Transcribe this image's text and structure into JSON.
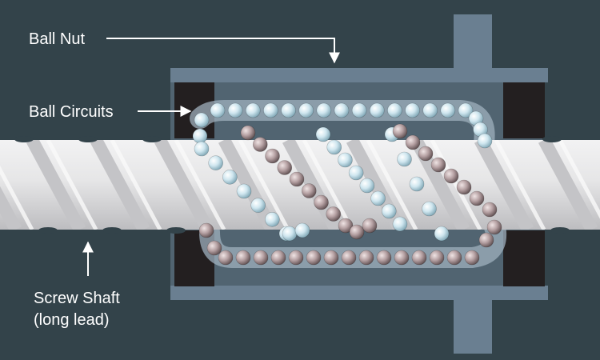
{
  "labels": {
    "ball_nut": "Ball Nut",
    "ball_circuits": "Ball Circuits",
    "screw_shaft_line1": "Screw Shaft",
    "screw_shaft_line2": "(long lead)"
  },
  "colors": {
    "background": "#33434a",
    "nut_body": "#6a7f91",
    "seal_blocks": "#231f20",
    "shaft_light": "#ececed",
    "shaft_dark": "#cbcbcd",
    "ball_light_blue": "#cfe6ef",
    "ball_brown": "#b5a0a2",
    "leader_lines": "#ffffff"
  },
  "icons": {
    "arrows": [
      "arrow-down-icon",
      "arrow-right-icon",
      "arrow-up-icon"
    ]
  }
}
